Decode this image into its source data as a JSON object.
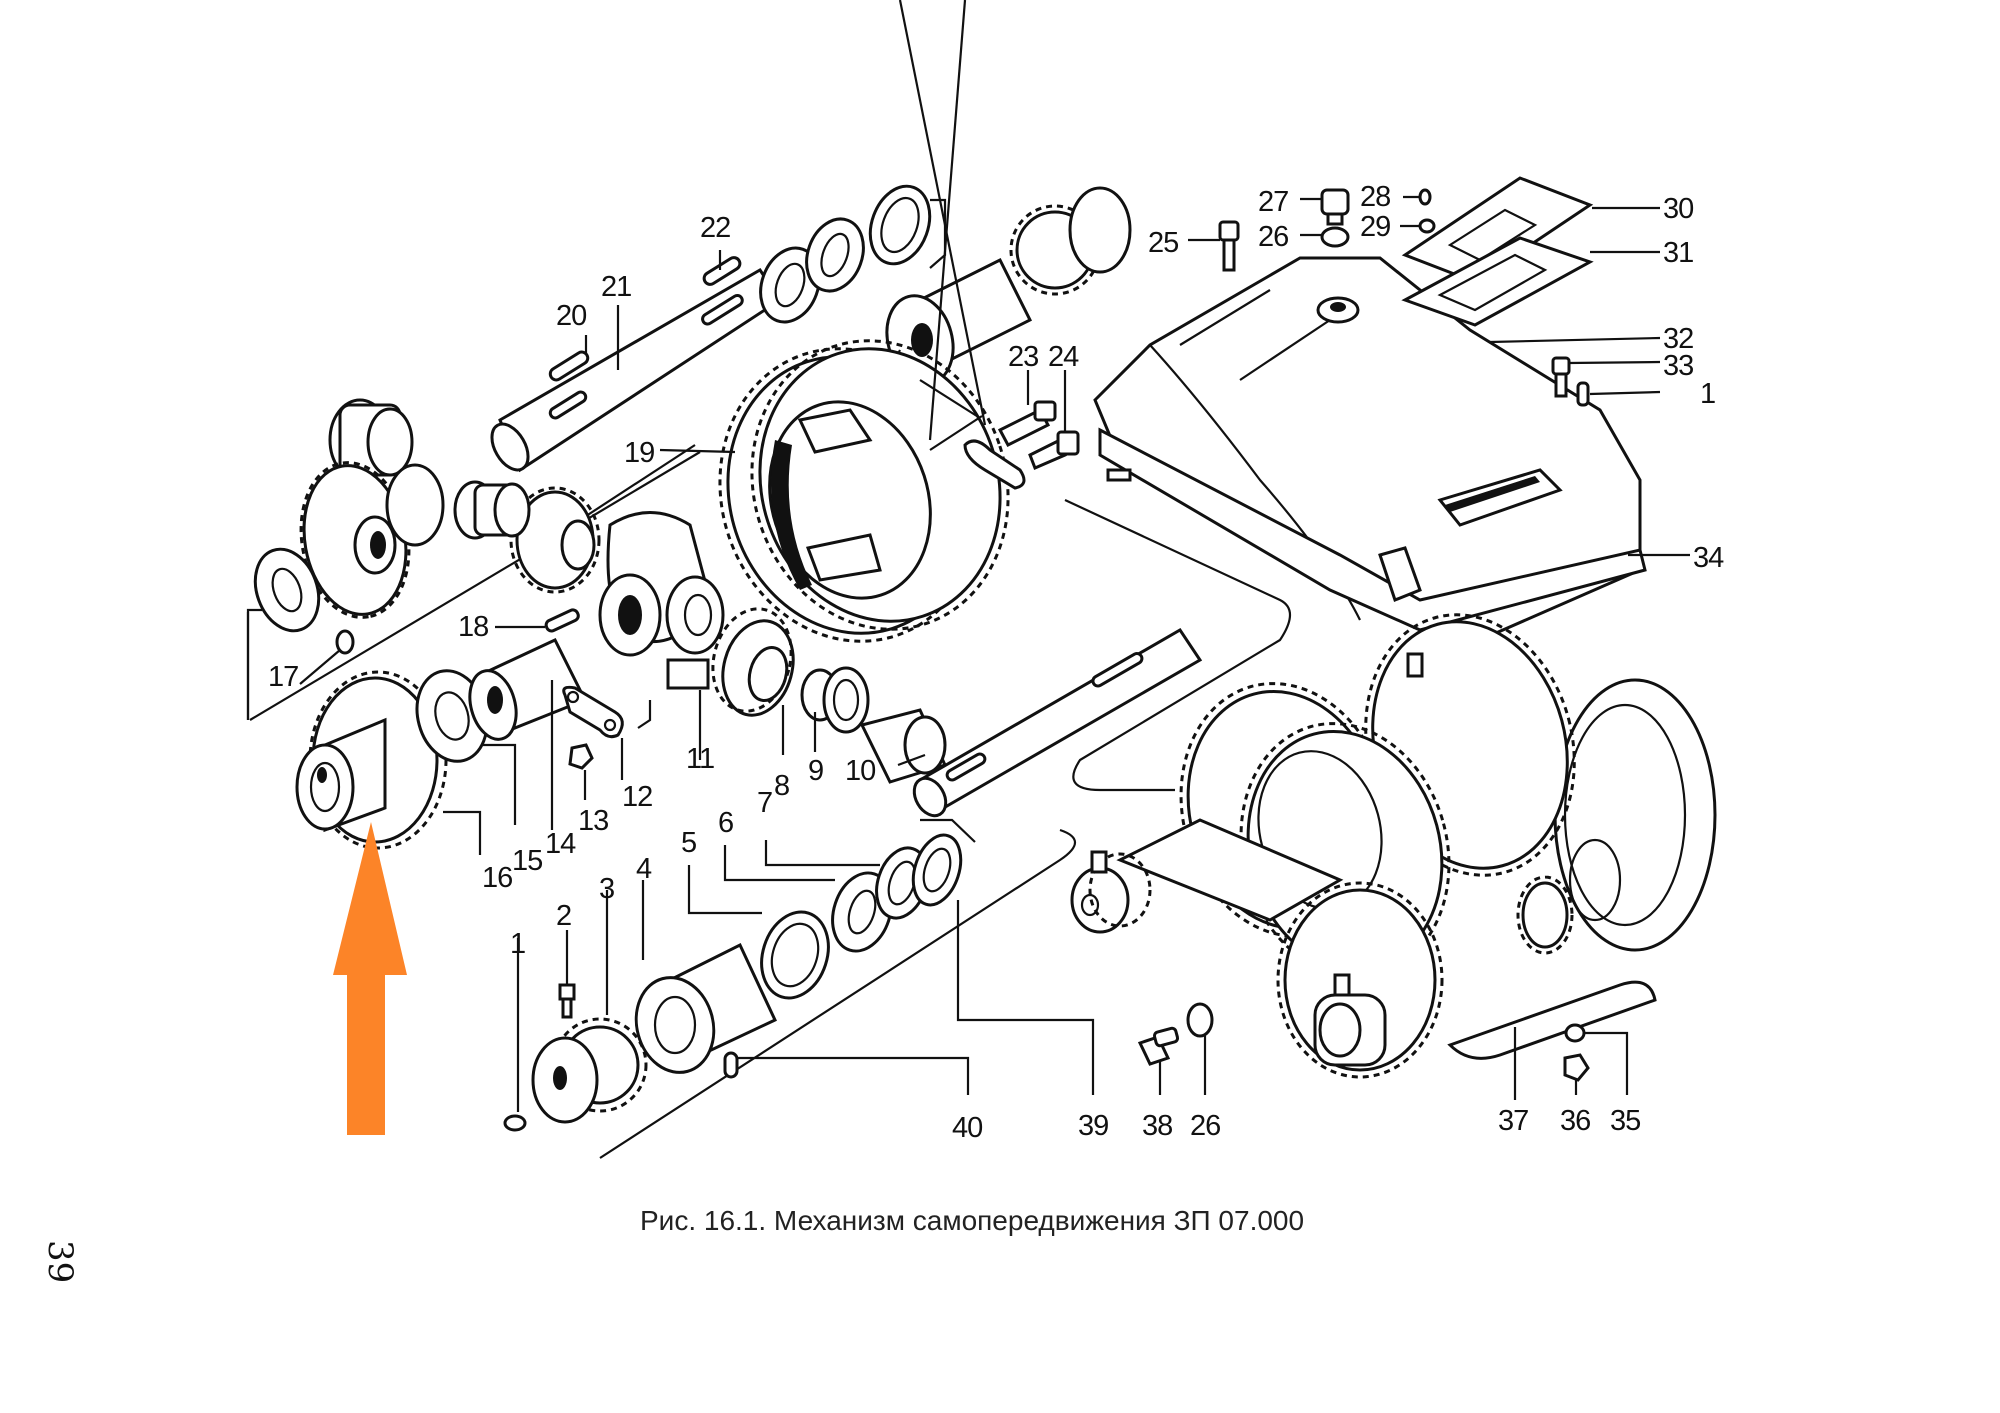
{
  "figure": {
    "caption": "Рис. 16.1. Механизм самопередвижения ЗП 07.000",
    "page_number": "39",
    "highlight_arrow": {
      "color": "#fc8428",
      "points_to_part": "16"
    },
    "callouts": {
      "p1a": "1",
      "p1b": "1",
      "p2": "2",
      "p3": "3",
      "p4": "4",
      "p5": "5",
      "p6": "6",
      "p7": "7",
      "p8": "8",
      "p9": "9",
      "p10": "10",
      "p11": "11",
      "p12": "12",
      "p13": "13",
      "p14": "14",
      "p15": "15",
      "p16": "16",
      "p17": "17",
      "p18": "18",
      "p19": "19",
      "p20": "20",
      "p21": "21",
      "p22": "22",
      "p23": "23",
      "p24": "24",
      "p25": "25",
      "p26a": "26",
      "p26b": "26",
      "p27": "27",
      "p28": "28",
      "p29": "29",
      "p30": "30",
      "p31": "31",
      "p32": "32",
      "p33": "33",
      "p34": "34",
      "p35": "35",
      "p36": "36",
      "p37": "37",
      "p38": "38",
      "p39": "39",
      "p40": "40"
    }
  }
}
